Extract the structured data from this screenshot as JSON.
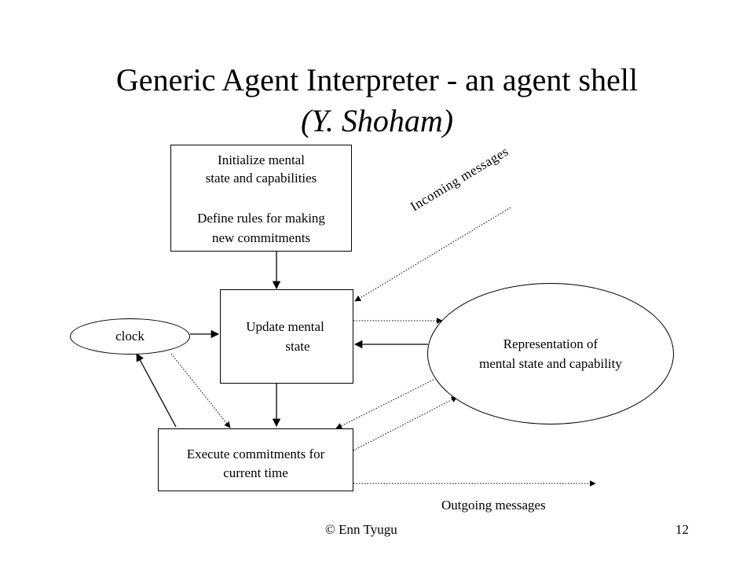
{
  "title": {
    "main": "Generic Agent Interpreter - an agent shell",
    "sub": "(Y. Shoham)"
  },
  "boxes": {
    "init": {
      "line1": "Initialize mental",
      "line2": "state  and capabilities",
      "line3": "Define rules for making",
      "line4": "new  commitments"
    },
    "update": {
      "line1": "Update mental",
      "line2": "state"
    },
    "execute": {
      "line1": "Execute commitments for",
      "line2": "current time"
    }
  },
  "ellipses": {
    "clock": "clock",
    "representation": {
      "line1": "Representation of",
      "line2": "mental state and  capability"
    }
  },
  "labels": {
    "incoming": "Incoming messages",
    "outgoing": "Outgoing messages"
  },
  "footer": {
    "copyright": "© Enn Tyugu",
    "page": "12"
  }
}
